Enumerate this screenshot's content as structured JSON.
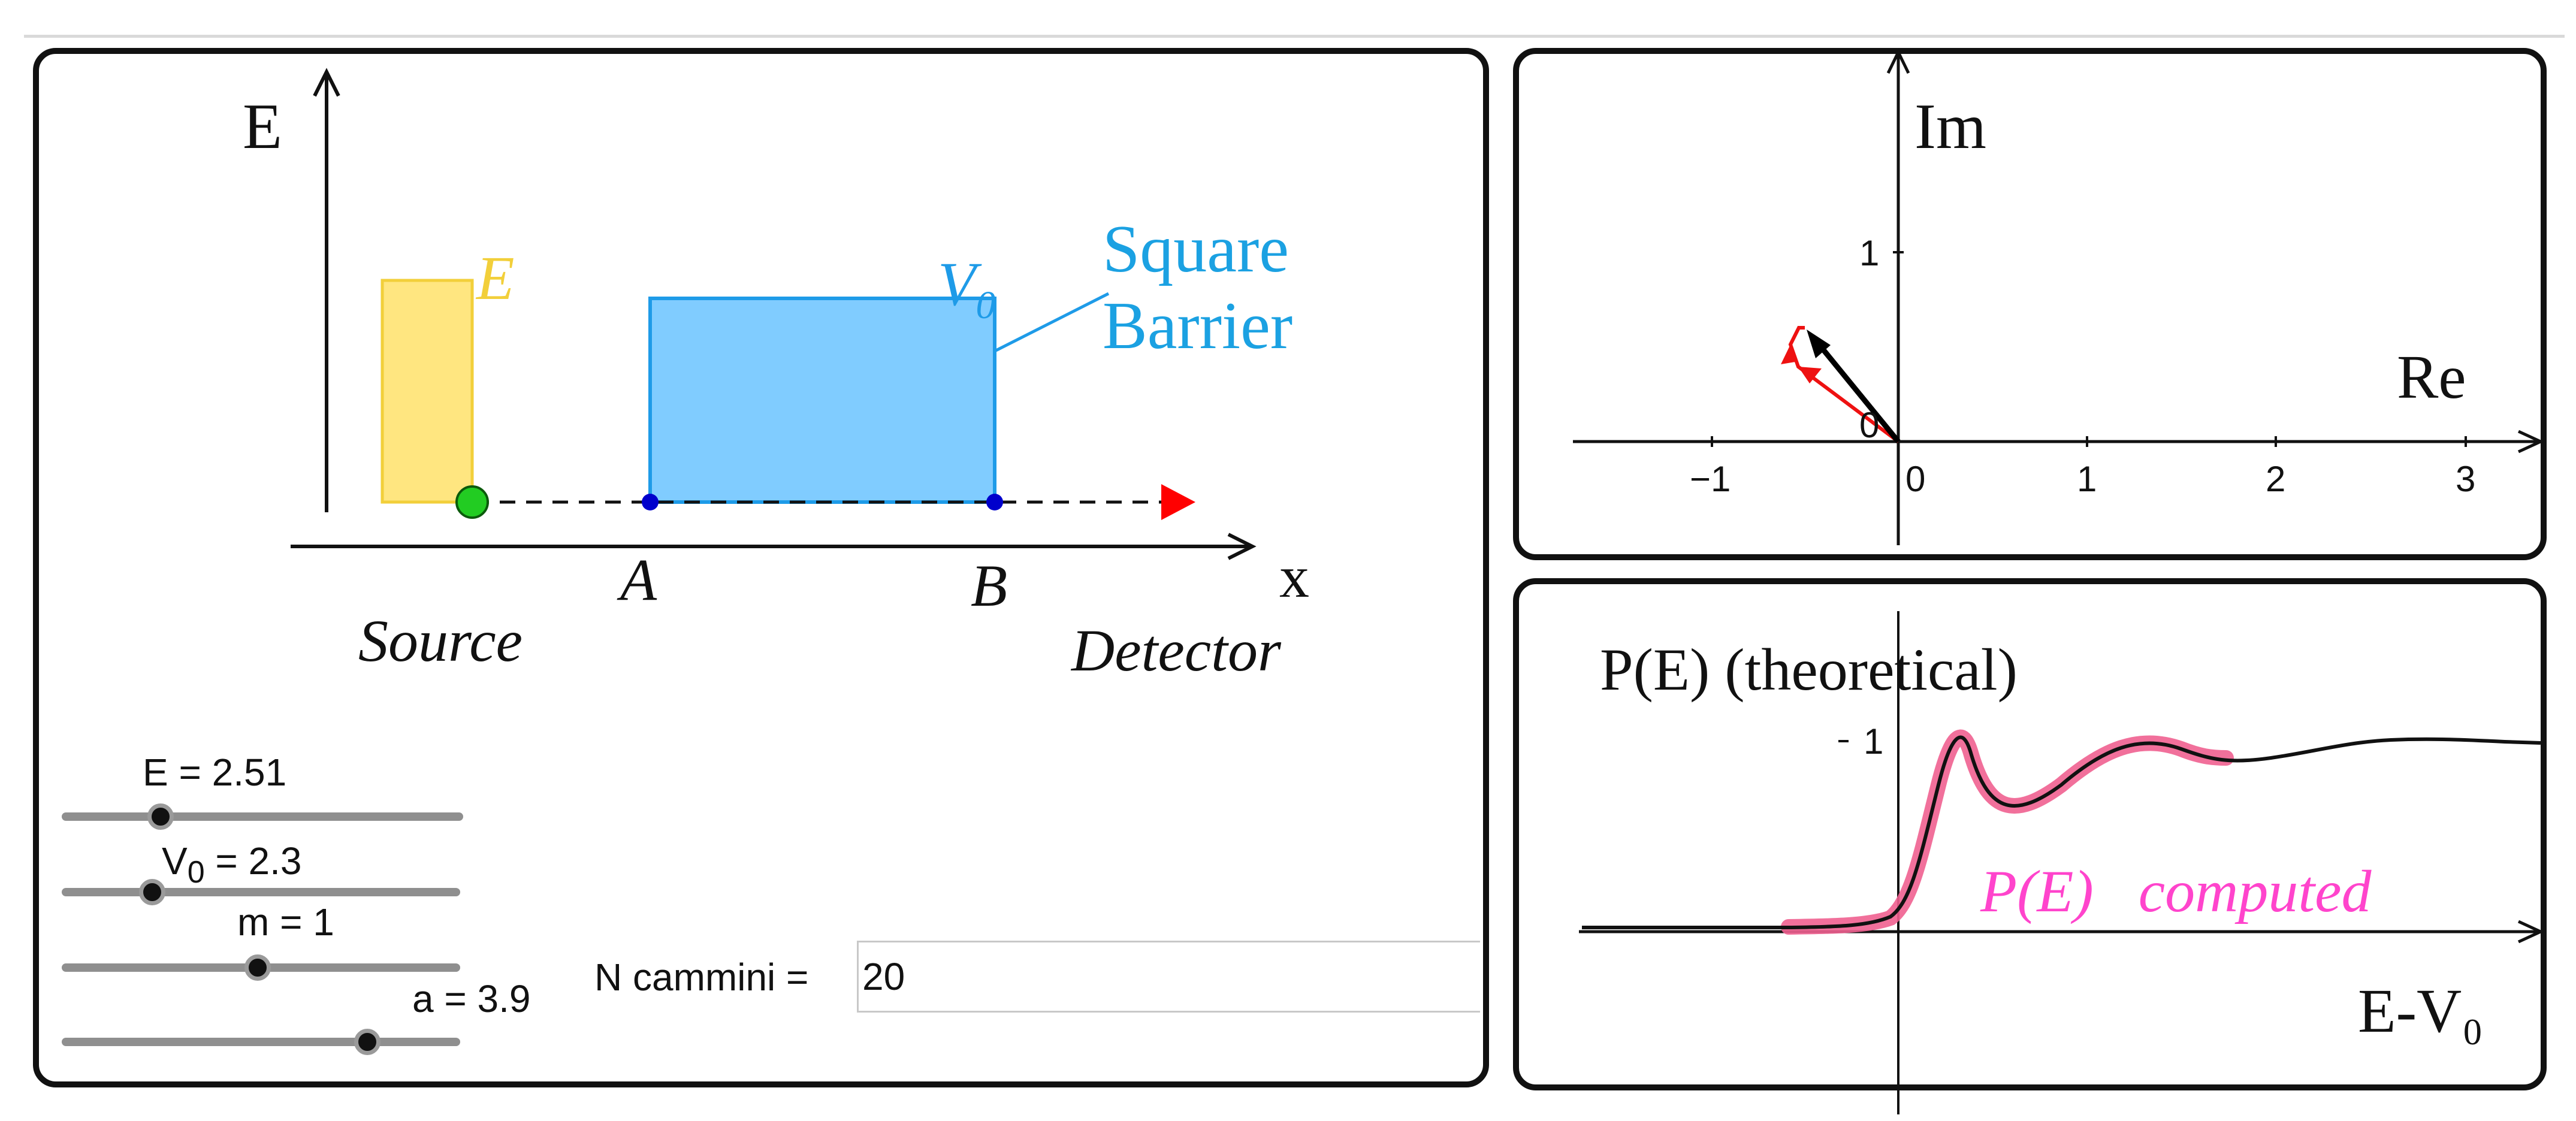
{
  "barrier_diagram": {
    "axis_y_label": "E",
    "axis_x_label": "x",
    "energy_symbol": "E",
    "barrier_symbol": "V",
    "barrier_subscript": "0",
    "barrier_caption_line1": "Square",
    "barrier_caption_line2": "Barrier",
    "point_a": "A",
    "point_b": "B",
    "source_label": "Source",
    "detector_label": "Detector",
    "colors": {
      "energy_fill": "#ffe680",
      "energy_stroke": "#f2cf3a",
      "barrier_fill": "#80ccff",
      "barrier_stroke": "#1e9be8",
      "caption_text": "#1ba1e2",
      "source_dot": "#22cc22",
      "point_dot": "#0000cc",
      "arrow": "#ff0000"
    }
  },
  "sliders": [
    {
      "label": "E = 2.51",
      "value": 2.51
    },
    {
      "label_main": "V",
      "label_sub": "0",
      "label_rest": " = 2.3",
      "value": 2.3
    },
    {
      "label": "m = 1",
      "value": 1
    },
    {
      "label": "a = 3.9",
      "value": 3.9
    }
  ],
  "n_cammini": {
    "label": "N cammini =",
    "value": "20"
  },
  "complex_plane": {
    "axis_y_label": "Im",
    "axis_x_label": "Re",
    "x_ticks": [
      "−1",
      "0",
      "1",
      "2",
      "3"
    ],
    "y_ticks": [
      "1"
    ],
    "origin_label": "0",
    "colors": {
      "resultant": "#000000",
      "paths": "#ee1111"
    }
  },
  "probability_plot": {
    "title": "P(E)  (theoretical)",
    "computed_label_main": "P(E)",
    "computed_label_rest": "computed",
    "y_tick": "1",
    "axis_x_label": "E-V₀",
    "colors": {
      "theory": "#111111",
      "computed": "#f06090",
      "computed_text": "#ff44cc"
    }
  }
}
